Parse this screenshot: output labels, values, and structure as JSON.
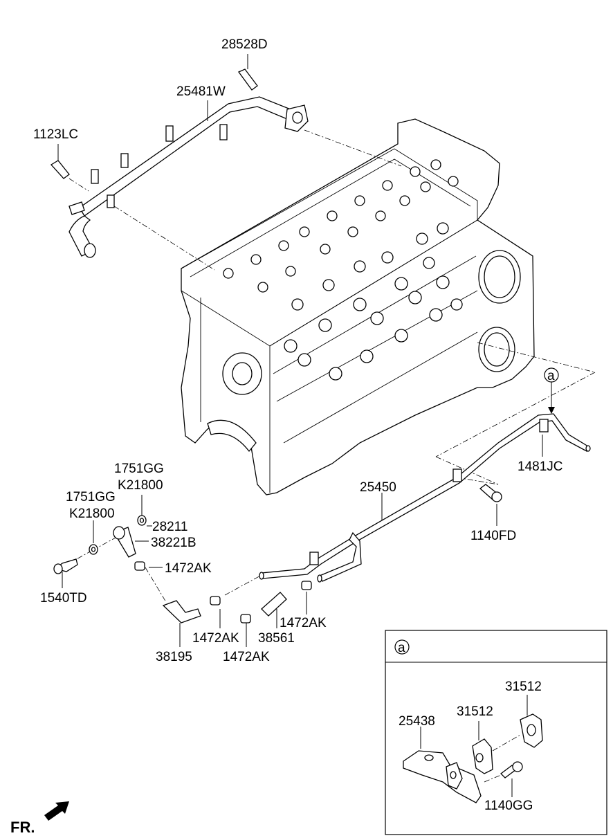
{
  "labels": {
    "p28528D": "28528D",
    "p25481W": "25481W",
    "p1123LC": "1123LC",
    "p1751GG_a": "1751GG",
    "pK21800_a": "K21800",
    "p1751GG_b": "1751GG",
    "pK21800_b": "K21800",
    "p28211": "28211",
    "p38221B": "38221B",
    "p1540TD": "1540TD",
    "p1472AK_1": "1472AK",
    "p1472AK_2": "1472AK",
    "p1472AK_3": "1472AK",
    "p1472AK_4": "1472AK",
    "p38561": "38561",
    "p38195": "38195",
    "p25450": "25450",
    "p1140FD": "1140FD",
    "p1481JC": "1481JC",
    "callout_a": "a"
  },
  "detail_box": {
    "callout": "a",
    "p25438": "25438",
    "p31512_a": "31512",
    "p31512_b": "31512",
    "p1140GG": "1140GG"
  },
  "front_marker": "FR."
}
